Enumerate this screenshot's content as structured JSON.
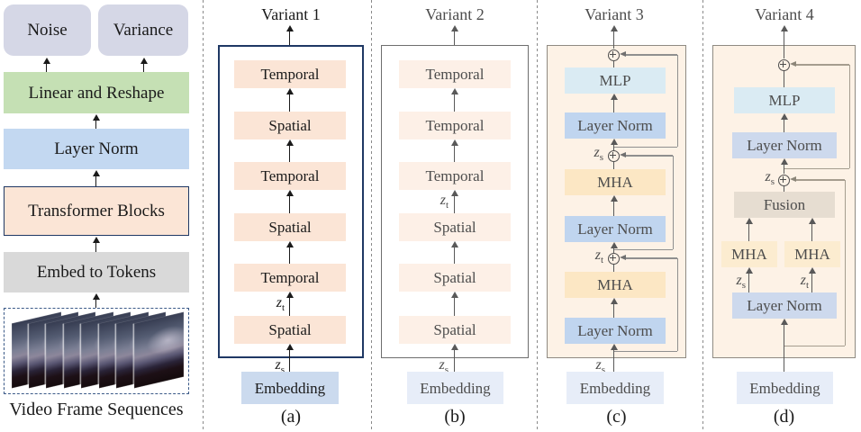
{
  "figure": {
    "sym": {
      "z": "z",
      "s": "s",
      "t": "t"
    },
    "left_panel": {
      "noise": "Noise",
      "variance": "Variance",
      "linear_reshape": "Linear and Reshape",
      "layer_norm": "Layer Norm",
      "transformer_blocks": "Transformer Blocks",
      "embed_tokens": "Embed to Tokens",
      "caption": "Video Frame Sequences"
    },
    "v1": {
      "title": "Variant 1",
      "blocks": [
        "Temporal",
        "Spatial",
        "Temporal",
        "Spatial",
        "Temporal",
        "Spatial"
      ],
      "embedding": "Embedding",
      "caption": "(a)"
    },
    "v2": {
      "title": "Variant 2",
      "blocks": [
        "Temporal",
        "Temporal",
        "Temporal",
        "Spatial",
        "Spatial",
        "Spatial"
      ],
      "embedding": "Embedding",
      "caption": "(b)"
    },
    "v3": {
      "title": "Variant 3",
      "mlp": "MLP",
      "ln1": "Layer Norm",
      "mha1": "MHA",
      "ln2": "Layer Norm",
      "mha2": "MHA",
      "ln3": "Layer Norm",
      "embedding": "Embedding",
      "caption": "(c)"
    },
    "v4": {
      "title": "Variant 4",
      "mlp": "MLP",
      "ln_top": "Layer Norm",
      "fusion": "Fusion",
      "mha_left": "MHA",
      "mha_right": "MHA",
      "ln_bottom": "Layer Norm",
      "embedding": "Embedding",
      "caption": "(d)"
    },
    "colors": {
      "peach_block": "#fbe5d6",
      "light_peach_block": "#fdf0e7",
      "navy_border": "#1f3864",
      "green_block": "#c5e0b4",
      "blue_block": "#c3d8f1",
      "lavender_block": "#d5d7e6",
      "gray_block": "#d9d9d9",
      "linen_panel": "#fdf2e6",
      "mlp_cyan": "#daebf3",
      "mha_orange": "#fce7c4",
      "layer_norm_blue": "#c0d5ef",
      "fusion_tan": "#e6ddd1",
      "embedding_blue_dark": "#cbdaee",
      "embedding_blue_light": "#e7edf8"
    }
  }
}
